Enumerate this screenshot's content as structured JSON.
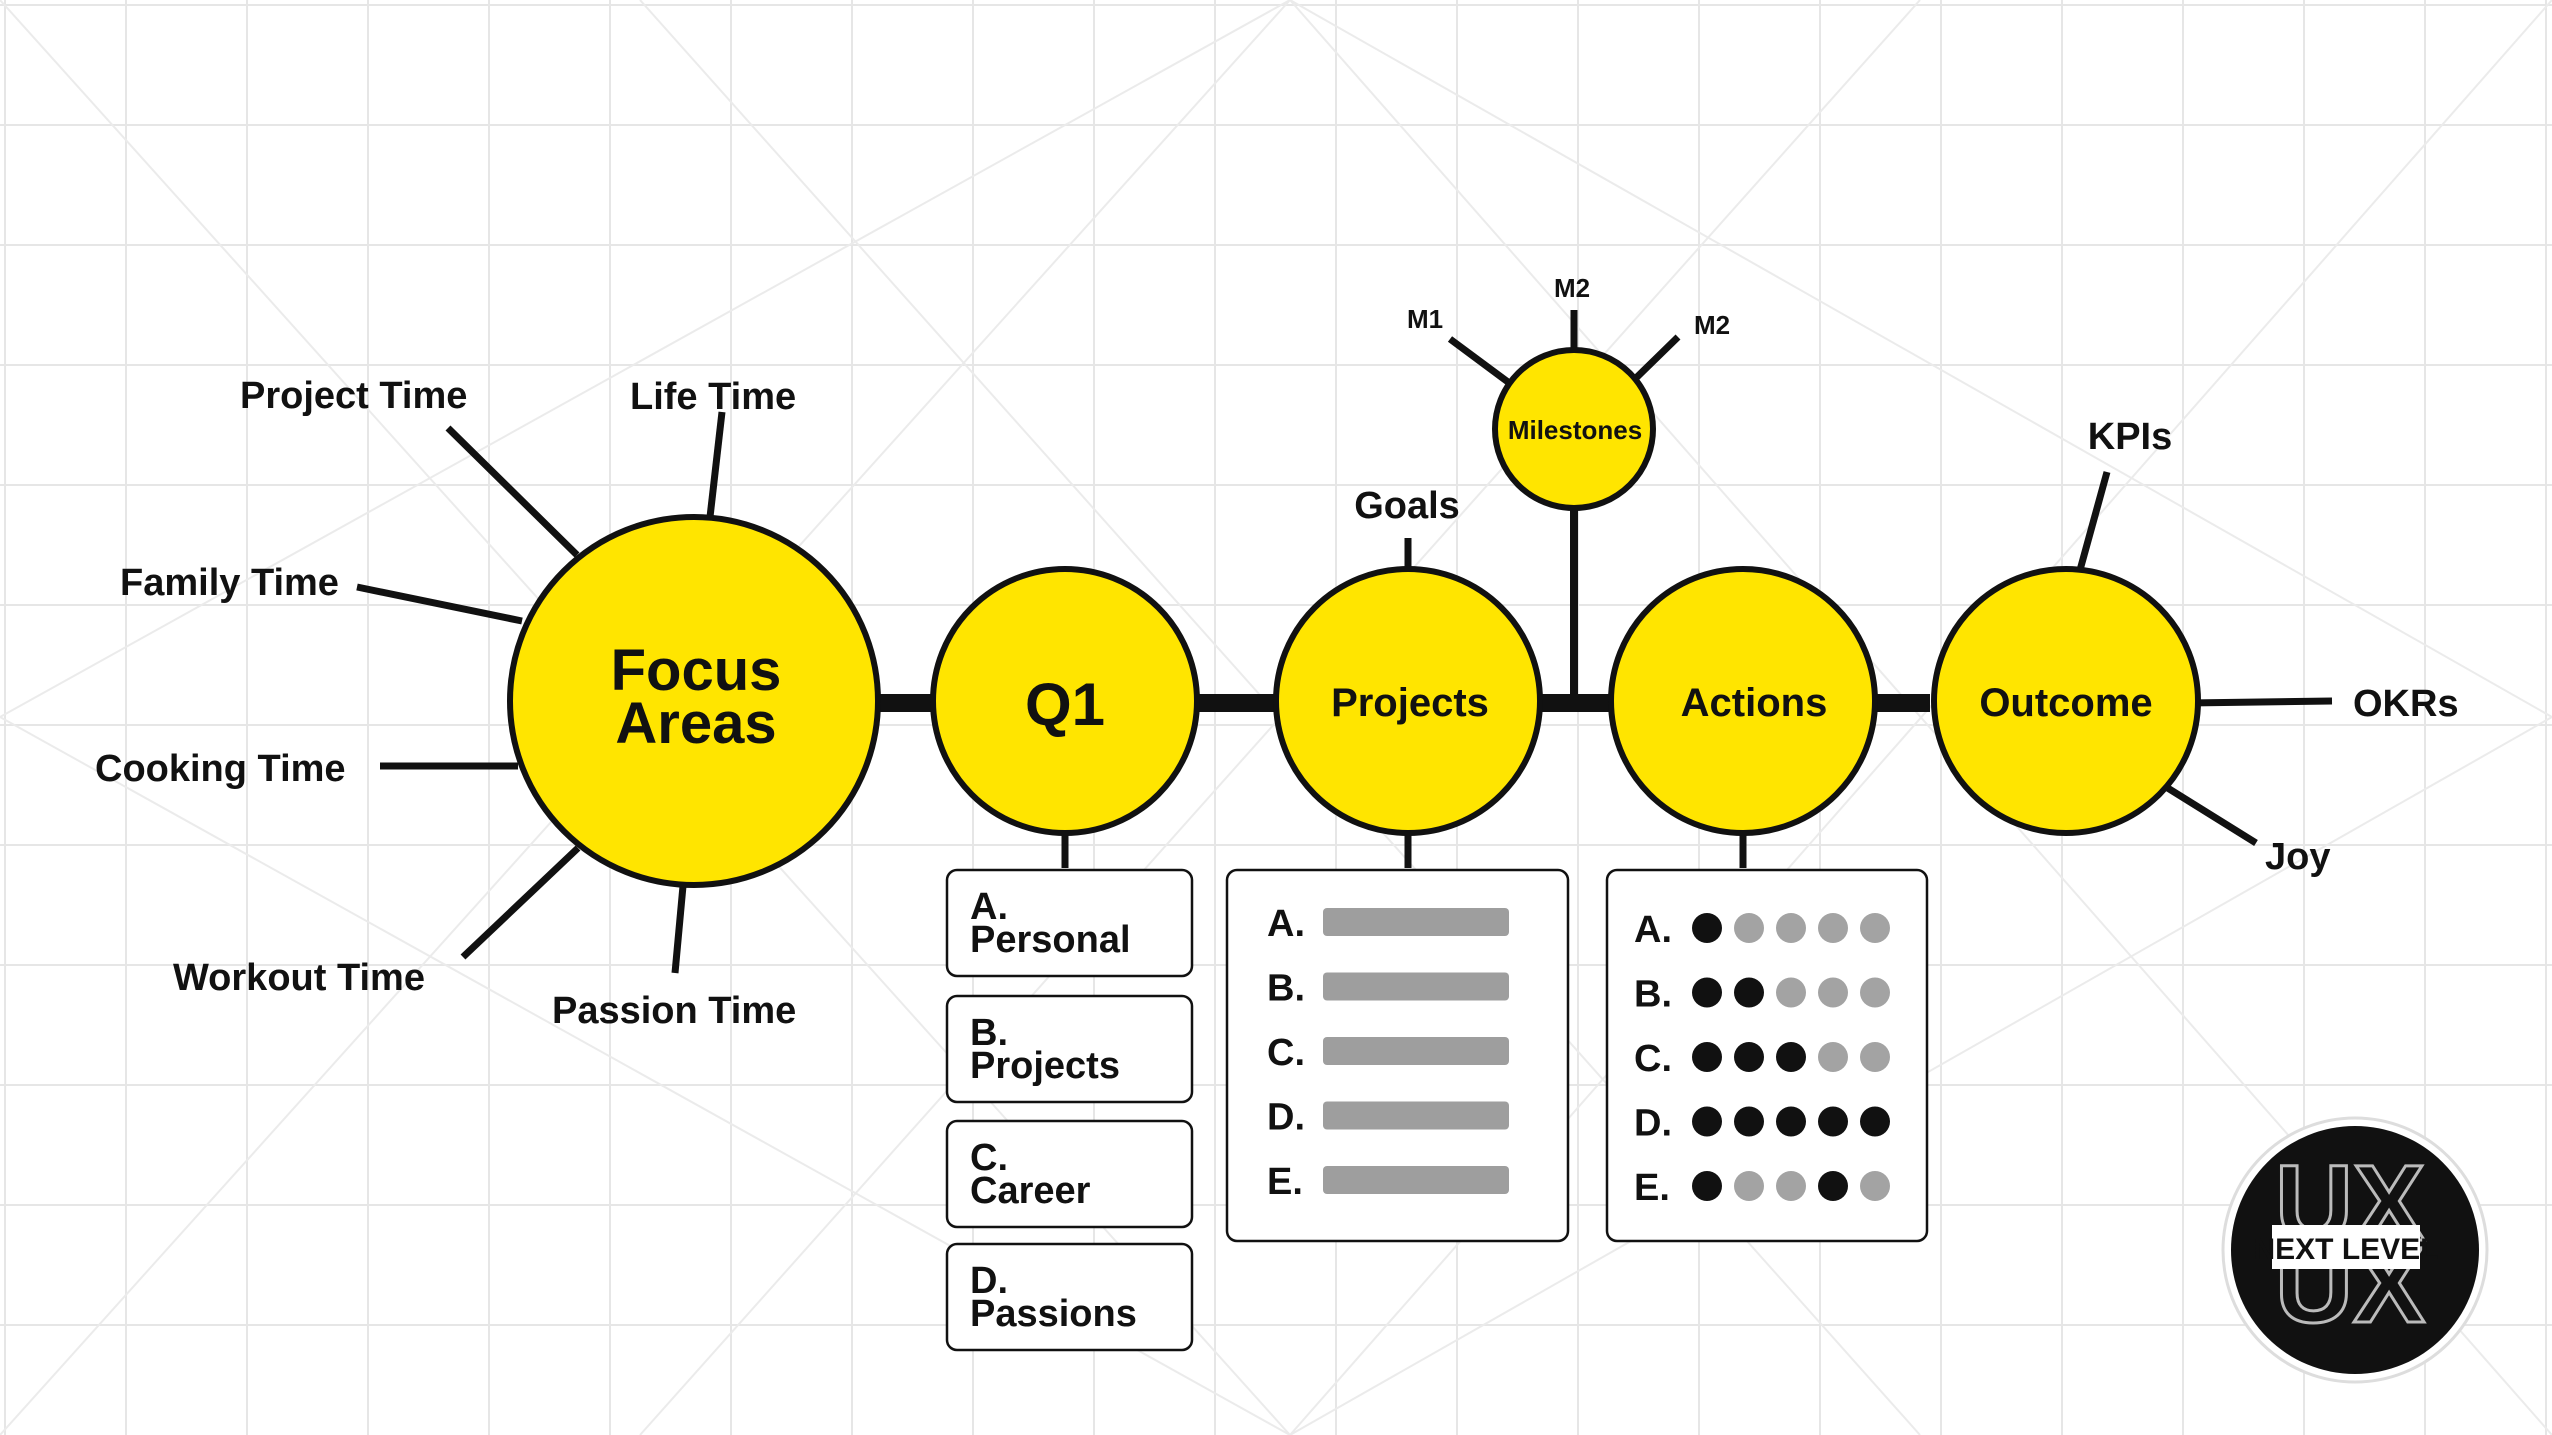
{
  "colors": {
    "circle_fill": "#FFE500",
    "stroke": "#111111",
    "bar_fill": "#9E9E9E",
    "dot_filled": "#111111",
    "dot_empty": "#A3A3A3",
    "grid": "#E6E6E6"
  },
  "focus": {
    "title_line1": "Focus",
    "title_line2": "Areas",
    "spokes": {
      "project": "Project Time",
      "life": "Life Time",
      "family": "Family Time",
      "cooking": "Cooking Time",
      "workout": "Workout Time",
      "passion": "Passion Time"
    }
  },
  "q1": {
    "title": "Q1",
    "cards": [
      {
        "letter": "A.",
        "label": "Personal"
      },
      {
        "letter": "B.",
        "label": "Projects"
      },
      {
        "letter": "C.",
        "label": "Career"
      },
      {
        "letter": "D.",
        "label": "Passions"
      }
    ]
  },
  "projects": {
    "title": "Projects",
    "goals_label": "Goals",
    "rows": [
      "A.",
      "B.",
      "C.",
      "D.",
      "E."
    ]
  },
  "milestones": {
    "title": "Milestones",
    "m_left": "M1",
    "m_top": "M2",
    "m_right": "M2"
  },
  "actions": {
    "title": "Actions",
    "rows": [
      {
        "letter": "A.",
        "dots": [
          1,
          0,
          0,
          0,
          0
        ]
      },
      {
        "letter": "B.",
        "dots": [
          1,
          1,
          0,
          0,
          0
        ]
      },
      {
        "letter": "C.",
        "dots": [
          1,
          1,
          1,
          0,
          0
        ]
      },
      {
        "letter": "D.",
        "dots": [
          1,
          1,
          1,
          1,
          1
        ]
      },
      {
        "letter": "E.",
        "dots": [
          1,
          0,
          0,
          1,
          0
        ]
      }
    ]
  },
  "outcome": {
    "title": "Outcome",
    "kpis": "KPIs",
    "okrs": "OKRs",
    "joy": "Joy"
  },
  "logo": {
    "big_text": "UX",
    "banner": "NEXT LEVEL"
  }
}
